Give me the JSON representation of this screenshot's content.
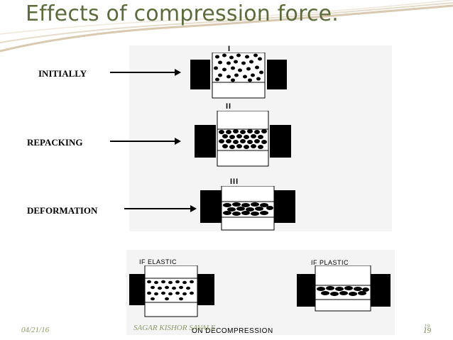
{
  "slide": {
    "title": "Effects of compression force.",
    "stages": [
      {
        "label": "INITIALLY",
        "numeral": "I"
      },
      {
        "label": "REPACKING",
        "numeral": "II"
      },
      {
        "label": "DEFORMATION",
        "numeral": "III"
      }
    ],
    "decompression": {
      "elastic_caption": "IF ELASTIC",
      "plastic_caption": "IF PLASTIC",
      "bottom_caption": "ON DECOMPRESSION"
    },
    "footer": {
      "date": "04/21/16",
      "author": "SAGAR KISHOR SAVALE",
      "page_small": "19",
      "page": "19"
    },
    "colors": {
      "title": "#5b6b3a",
      "wave": "#d9c9b0",
      "footer": "#8a9a6a"
    }
  }
}
